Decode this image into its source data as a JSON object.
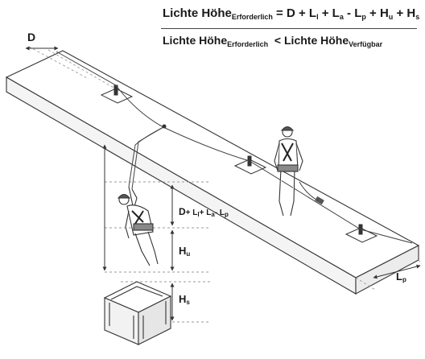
{
  "formula": {
    "line1_lhs": "Lichte Höhe",
    "line1_lhs_sub": "Erforderlich",
    "line1_rhs_parts": [
      {
        "t": "= D + L",
        "s": ""
      },
      {
        "t": "",
        "s": "l"
      },
      {
        "t": " + L",
        "s": ""
      },
      {
        "t": "",
        "s": "a"
      },
      {
        "t": " - L",
        "s": ""
      },
      {
        "t": "",
        "s": "p"
      },
      {
        "t": " + H",
        "s": ""
      },
      {
        "t": "",
        "s": "u"
      },
      {
        "t": " + H",
        "s": ""
      },
      {
        "t": "",
        "s": "s"
      }
    ],
    "line2_lhs": "Lichte Höhe",
    "line2_lhs_sub": "Erforderlich",
    "line2_op": "<",
    "line2_rhs": "Lichte Höhe",
    "line2_rhs_sub": "Verfügbar"
  },
  "labels": {
    "d": "D",
    "combo": [
      {
        "t": "D",
        "s": ""
      },
      {
        "t": "+ L",
        "s": ""
      },
      {
        "t": "",
        "s": "l"
      },
      {
        "t": "+ L",
        "s": ""
      },
      {
        "t": "",
        "s": "a"
      },
      {
        "t": "- L",
        "s": ""
      },
      {
        "t": "",
        "s": "p"
      }
    ],
    "hu_main": "H",
    "hu_sub": "u",
    "hs_main": "H",
    "hs_sub": "s",
    "lp_main": "L",
    "lp_sub": "p"
  },
  "colors": {
    "ink": "#1a1a1a",
    "line": "#333333",
    "dash": "#9a9a9a",
    "panel": "#ffffff"
  }
}
